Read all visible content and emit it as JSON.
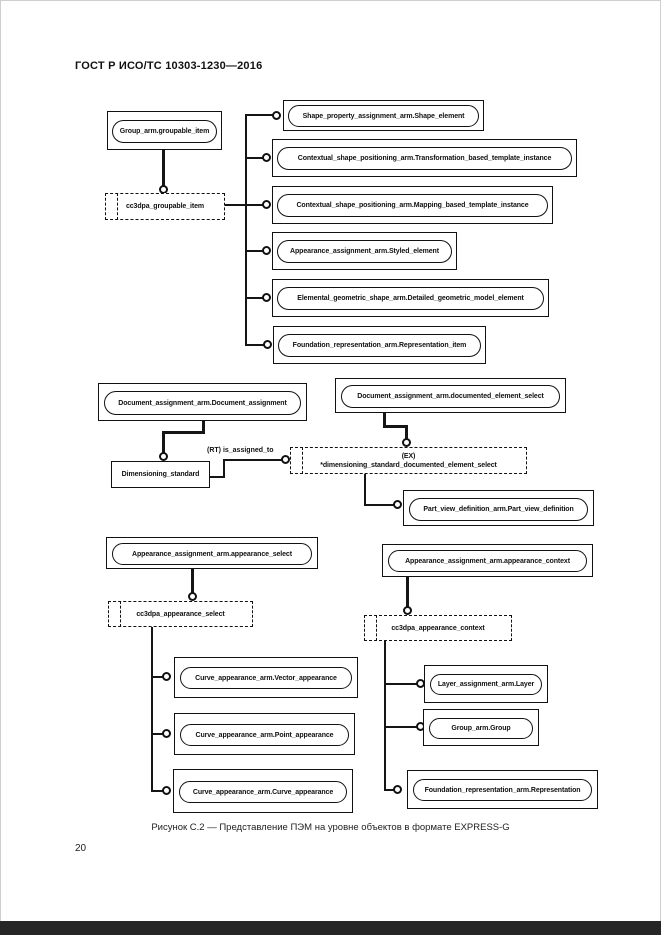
{
  "page": {
    "header": "ГОСТ Р ИСО/ТС 10303-1230—2016",
    "caption": "Рисунок С.2 — Представление ПЭМ на уровне объектов в формате EXPRESS-G",
    "page_number": "20"
  },
  "diagram": {
    "group_groupable_item": "Group_arm.groupable_item",
    "cc_groupable_item": "cc3dpa_groupable_item",
    "shape_element": "Shape_property_assignment_arm.Shape_element",
    "transformation_template_instance": "Contextual_shape_positioning_arm.Transformation_based_template_instance",
    "mapping_template_instance": "Contextual_shape_positioning_arm.Mapping_based_template_instance",
    "styled_element": "Appearance_assignment_arm.Styled_element",
    "detailed_geometric_model_element": "Elemental_geometric_shape_arm.Detailed_geometric_model_element",
    "representation_item": "Foundation_representation_arm.Representation_item",
    "document_assignment": "Document_assignment_arm.Document_assignment",
    "documented_element_select": "Document_assignment_arm.documented_element_select",
    "rt_is_assigned_to": "(RT) is_assigned_to",
    "ex_label": "(EX)",
    "dimensioning_select": "*dimensioning_standard_documented_element_select",
    "dimensioning_standard": "Dimensioning_standard",
    "part_view_definition": "Part_view_definition_arm.Part_view_definition",
    "appearance_select": "Appearance_assignment_arm.appearance_select",
    "cc_appearance_select": "cc3dpa_appearance_select",
    "appearance_context": "Appearance_assignment_arm.appearance_context",
    "cc_appearance_context": "cc3dpa_appearance_context",
    "vector_appearance": "Curve_appearance_arm.Vector_appearance",
    "point_appearance": "Curve_appearance_arm.Point_appearance",
    "curve_appearance": "Curve_appearance_arm.Curve_appearance",
    "layer": "Layer_assignment_arm.Layer",
    "group": "Group_arm.Group",
    "representation": "Foundation_representation_arm.Representation"
  }
}
